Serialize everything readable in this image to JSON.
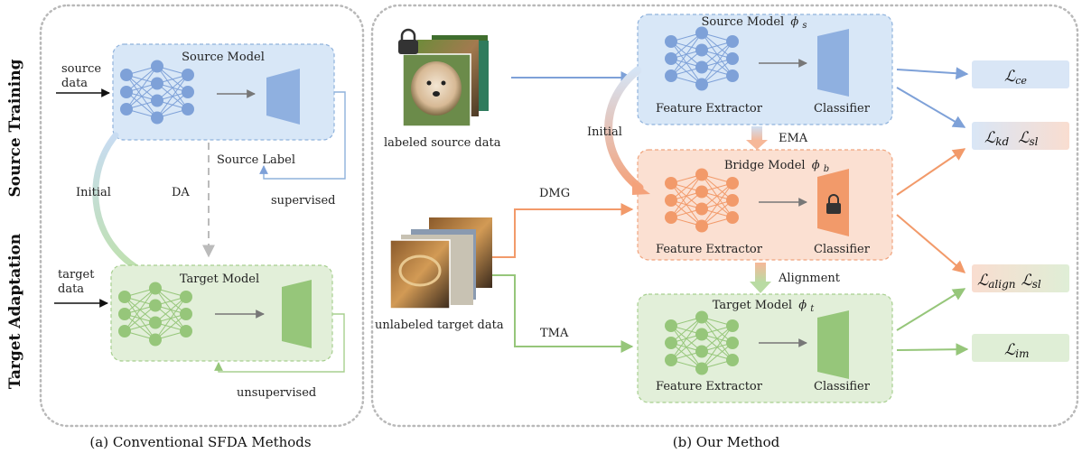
{
  "side_labels": {
    "top": "Source Training",
    "bottom": "Target Adaptation"
  },
  "left_panel": {
    "caption": "(a) Conventional SFDA Methods",
    "source_input": [
      "source",
      "data"
    ],
    "target_input": [
      "target",
      "data"
    ],
    "source_model": "Source Model",
    "target_model": "Target Model",
    "source_label": "Source Label",
    "supervised": "supervised",
    "unsupervised": "unsupervised",
    "initial": "Initial",
    "da": "DA"
  },
  "right_panel": {
    "caption": "(b) Our Method",
    "source_model": {
      "name": "Source Model",
      "symbol": "ϕ",
      "subscript": "s"
    },
    "bridge_model": {
      "name": "Bridge Model",
      "symbol": "ϕ",
      "subscript": "b"
    },
    "target_model": {
      "name": "Target  Model",
      "symbol": "ϕ",
      "subscript": "t"
    },
    "feature_extractor": "Feature Extractor",
    "classifier": "Classifier",
    "labeled_source_data": "labeled source data",
    "unlabeled_target_data": "unlabeled target data",
    "initial": "Initial",
    "ema": "EMA",
    "alignment": "Alignment",
    "dmg": "DMG",
    "tma": "TMA"
  },
  "losses": [
    {
      "parts": [
        {
          "main": "ce"
        }
      ]
    },
    {
      "parts": [
        {
          "main": "kd"
        },
        {
          "main": "sl"
        }
      ]
    },
    {
      "parts": [
        {
          "main": "align"
        },
        {
          "main": "sl"
        }
      ]
    },
    {
      "parts": [
        {
          "main": "im"
        }
      ]
    }
  ],
  "loss_symbol": "ℒ",
  "colors": {
    "blue_fill": "#d8e7f7",
    "blue_stroke": "#8fb2dc",
    "blue_node": "#7ea1d8",
    "orange_fill": "#fbe0d2",
    "orange_stroke": "#f0a47e",
    "orange_node": "#f29a6a",
    "green_fill": "#e2efd9",
    "green_stroke": "#a7cf8f",
    "green_node": "#96c67a",
    "grey_border": "#b9b9b9"
  }
}
